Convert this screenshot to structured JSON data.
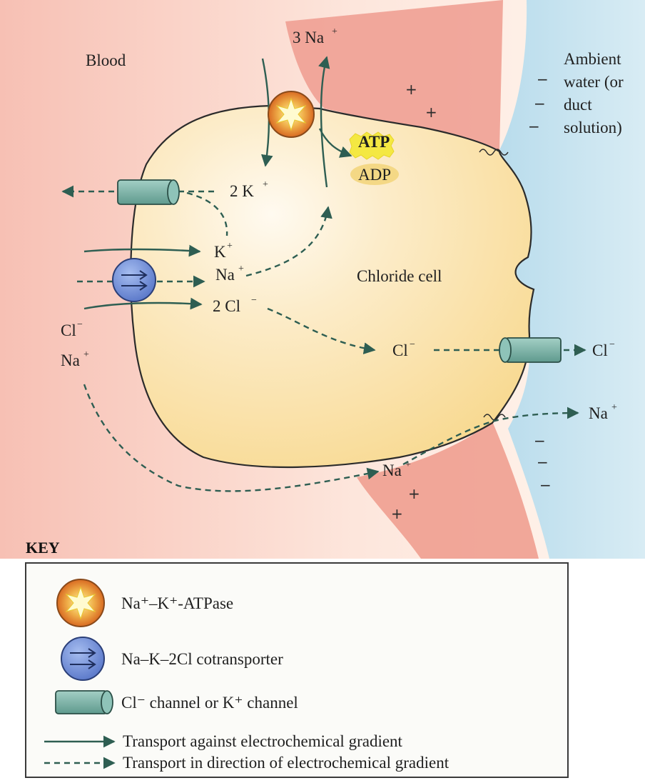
{
  "labels": {
    "blood": "Blood",
    "ambient": [
      "Ambient",
      "water (or",
      "duct",
      "solution)"
    ],
    "three_na": "3 Na",
    "two_k": "2 K",
    "atp": "ATP",
    "adp": "ADP",
    "k_plus": "K",
    "na_plus": "Na",
    "two_cl": "2 Cl",
    "chloride_cell": "Chloride cell",
    "cl_mid": "Cl",
    "cl_out": "Cl",
    "cl_left": "Cl",
    "na_left": "Na",
    "na_out": "Na",
    "na_lower": "Na",
    "plus_sign": "+",
    "minus_sign": "−"
  },
  "key": {
    "title": "KEY",
    "atpase": "Na⁺–K⁺-ATPase",
    "cotransporter": "Na–K–2Cl cotransporter",
    "channel": "Cl⁻ channel or K⁺ channel",
    "solid_arrow": "Transport against electrochemical gradient",
    "dashed_arrow": "Transport in direction of electrochemical gradient"
  },
  "colors": {
    "cell": "#fbe0a8",
    "blood": "#f3a99d",
    "water": "#c5e2ee",
    "arrow": "#2e5e52",
    "pump": "#e07a2e",
    "cotransporter": "#6f8fd6",
    "channel": "#7fb3a8",
    "atp": "#f2e634",
    "adp": "#f3d98a"
  }
}
